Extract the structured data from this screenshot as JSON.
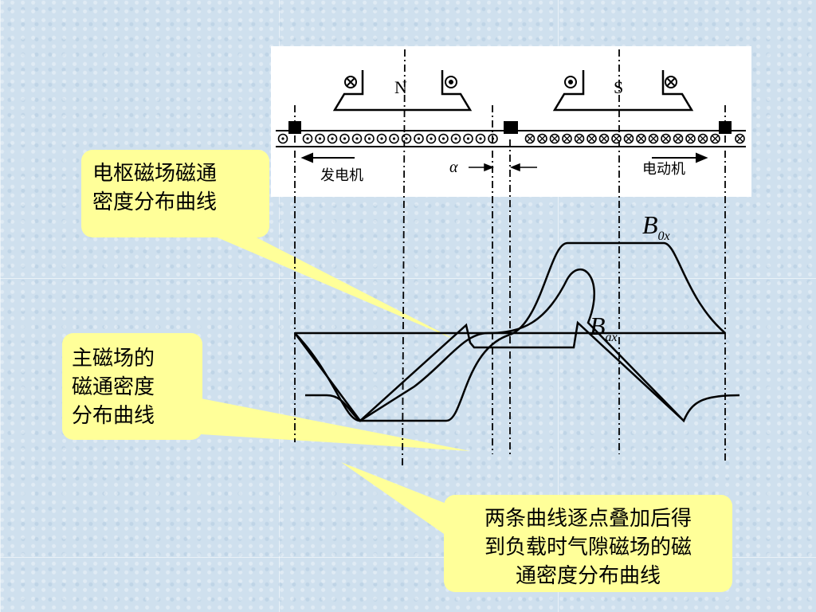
{
  "diagram": {
    "poles": {
      "north": "N",
      "south": "S"
    },
    "labels": {
      "generator": "发电机",
      "motor": "电动机",
      "alpha": "α"
    },
    "curves": {
      "main_field": {
        "letter": "B",
        "subscript": "0x"
      },
      "armature_field": {
        "letter": "B",
        "subscript": "ax"
      }
    }
  },
  "callouts": {
    "armature": {
      "line1": "电枢磁场磁通",
      "line2": "密度分布曲线"
    },
    "main": {
      "line1": "主磁场的",
      "line2": "磁通密度",
      "line3": "分布曲线"
    },
    "sum": {
      "line1": "两条曲线逐点叠加后得",
      "line2": "到负载时气隙磁场的磁",
      "line3": "通密度分布曲线"
    }
  },
  "colors": {
    "callout_fill": "#ffff99",
    "background": "#cfe0ee",
    "line": "#000000"
  }
}
